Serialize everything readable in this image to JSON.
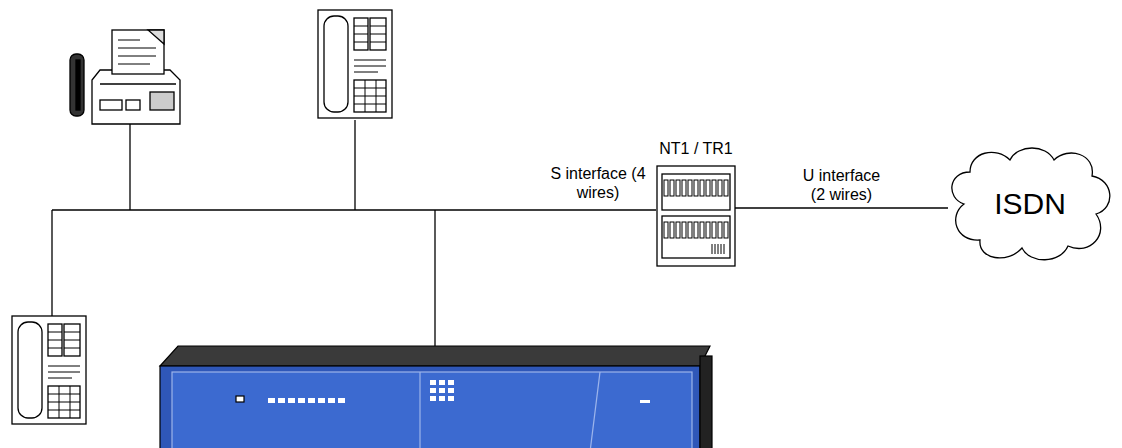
{
  "diagram": {
    "nodes": [
      {
        "text": [
          "NT1 / TR1"
        ]
      },
      {
        "text": [
          "ISDN"
        ]
      }
    ],
    "edges": [
      {
        "from": 0,
        "to": 1,
        "label": "U interface (2 wires)",
        "arrow": "none"
      }
    ],
    "labels": [
      "S interface (4 wires)"
    ]
  }
}
